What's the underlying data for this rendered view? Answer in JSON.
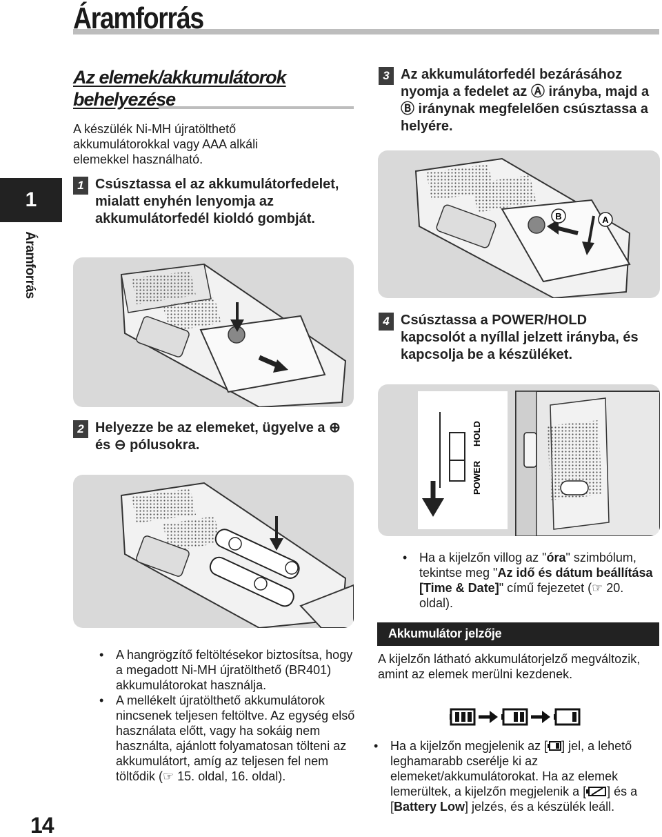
{
  "page": {
    "title": "Áramforrás",
    "chapter_number": "1",
    "chapter_label": "Áramforrás",
    "page_number": "14"
  },
  "section": {
    "heading_line1": "Az elemek/akkumulátorok",
    "heading_line2": "behelyezése",
    "intro": "A készülék Ni-MH újratölthető akkumulátorokkal vagy AAA alkáli elemekkel használható."
  },
  "steps": [
    {
      "num": "1",
      "text": "Csúsztassa el az akkumulátorfedelet, mialatt enyhén lenyomja az akkumulátorfedél kioldó gombját."
    },
    {
      "num": "2",
      "text_before": "Helyezze be az elemeket, ügyelve a ",
      "plus": "⊕",
      "mid": " és ",
      "minus": "⊖",
      "text_after": " pólusokra."
    },
    {
      "num": "3",
      "text_before": "Az akkumulátorfedél bezárásához nyomja a fedelet az ",
      "a": "Ⓐ",
      "mid": " irányba, majd a ",
      "b": "Ⓑ",
      "text_after": " iránynak megfelelően csúsztassa a helyére."
    },
    {
      "num": "4",
      "text_before": "Csúsztassa a ",
      "switch": "POWER/HOLD",
      "text_after": " kapcsolót a nyíllal jelzett irányba, és kapcsolja be a készüléket."
    }
  ],
  "figures": {
    "label_a": "A",
    "label_b": "B",
    "switch_power": "POWER",
    "switch_hold": "HOLD"
  },
  "notes_left": [
    "A hangrögzítő feltöltésekor biztosítsa, hogy a megadott Ni-MH újratölthető (BR401) akkumulátorokat használja.",
    "A mellékelt újratölthető akkumulátorok nincsenek teljesen feltöltve. Az egység első használata előtt, vagy ha sokáig nem használta, ajánlott folyamatosan tölteni az akkumulátort, amíg az teljesen fel nem töltődik (☞ 15. oldal, 16. oldal)."
  ],
  "note_right": {
    "p1": "Ha a kijelzőn villog az \"",
    "b1": "óra",
    "p2": "\" szimbólum, tekintse meg \"",
    "b2": "Az idő és dátum beállítása [Time & Date]",
    "p3": "\" című fejezetet (☞ 20. oldal)."
  },
  "battery": {
    "heading": "Akkumulátor jelzője",
    "text": "A kijelzőn látható akkumulátorjelző megváltozik, amint az elemek merülni kezdenek.",
    "note_p1": "Ha a kijelzőn megjelenik az [",
    "note_p2": "] jel, a lehető leghamarabb cserélje ki az elemeket/akkumulátorokat. Ha az elemek lemerültek, a kijelzőn megjelenik a [",
    "note_p3": "] és a [",
    "note_b": "Battery Low",
    "note_p4": "] jelzés, és a készülék leáll."
  }
}
